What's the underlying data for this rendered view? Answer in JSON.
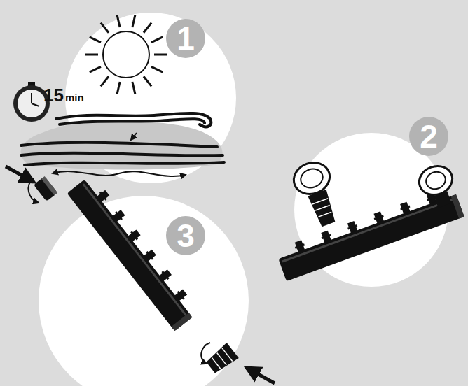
{
  "diagram": {
    "labels": [
      "1",
      "2",
      "3",
      "15",
      "min"
    ]
  }
}
